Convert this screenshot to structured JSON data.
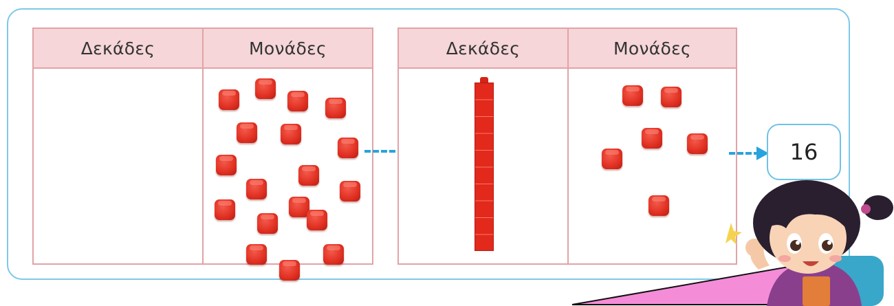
{
  "tables": [
    {
      "headers": {
        "tens": "Δεκάδες",
        "units": "Μονάδες"
      },
      "tens_rods": 0,
      "unit_cubes": 18
    },
    {
      "headers": {
        "tens": "Δεκάδες",
        "units": "Μονάδες"
      },
      "tens_rods": 1,
      "unit_cubes": 6
    }
  ],
  "result": "16",
  "colors": {
    "frame": "#7ec8e8",
    "table_border": "#e0a3a8",
    "header_fill": "#f6d6d8",
    "cube": "#e2291c",
    "arrow": "#29a3dc",
    "callout": "#f58cd8"
  }
}
